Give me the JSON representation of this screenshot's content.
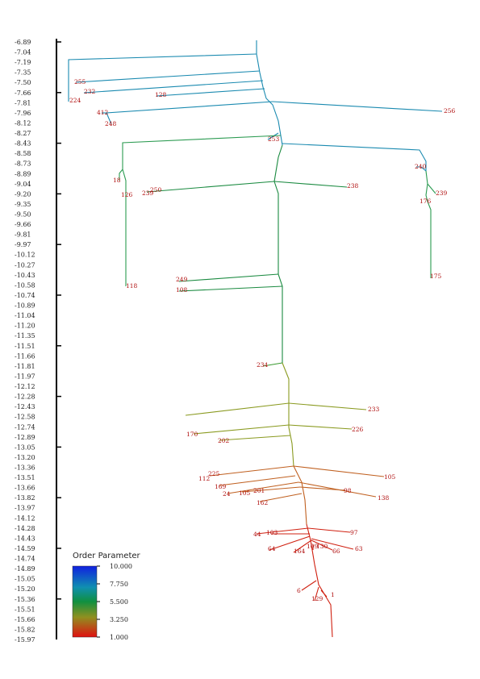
{
  "axis": {
    "ticks": [
      "-6.89",
      "-7.04",
      "-7.19",
      "-7.35",
      "-7.50",
      "-7.66",
      "-7.81",
      "-7.96",
      "-8.12",
      "-8.27",
      "-8.43",
      "-8.58",
      "-8.73",
      "-8.89",
      "-9.04",
      "-9.20",
      "-9.35",
      "-9.50",
      "-9.66",
      "-9.81",
      "-9.97",
      "-10.12",
      "-10.27",
      "-10.43",
      "-10.58",
      "-10.74",
      "-10.89",
      "-11.04",
      "-11.20",
      "-11.35",
      "-11.51",
      "-11.66",
      "-11.81",
      "-11.97",
      "-12.12",
      "-12.28",
      "-12.43",
      "-12.58",
      "-12.74",
      "-12.89",
      "-13.05",
      "-13.20",
      "-13.36",
      "-13.51",
      "-13.66",
      "-13.82",
      "-13.97",
      "-14.12",
      "-14.28",
      "-14.43",
      "-14.59",
      "-14.74",
      "-14.89",
      "-15.05",
      "-15.20",
      "-15.36",
      "-15.51",
      "-15.66",
      "-15.82",
      "-15.97"
    ]
  },
  "legend": {
    "title": "Order Parameter",
    "ticks": [
      "10.000",
      "7.750",
      "5.500",
      "3.250",
      "1.000"
    ],
    "colors": [
      "#1020e0",
      "#1090b0",
      "#109040",
      "#909020",
      "#e01010"
    ]
  },
  "tree": {
    "leaf_labels": [
      "255",
      "232",
      "224",
      "128",
      "256",
      "412",
      "248",
      "253",
      "240",
      "18",
      "126",
      "250",
      "239",
      "238",
      "176",
      "239",
      "175",
      "118",
      "249",
      "108",
      "234",
      "233",
      "105",
      "170",
      "226",
      "202",
      "225",
      "112",
      "169",
      "24",
      "201",
      "105",
      "138",
      "98",
      "162",
      "44",
      "103",
      "97",
      "64",
      "164",
      "109",
      "130",
      "66",
      "63",
      "6",
      "129",
      "1"
    ]
  }
}
